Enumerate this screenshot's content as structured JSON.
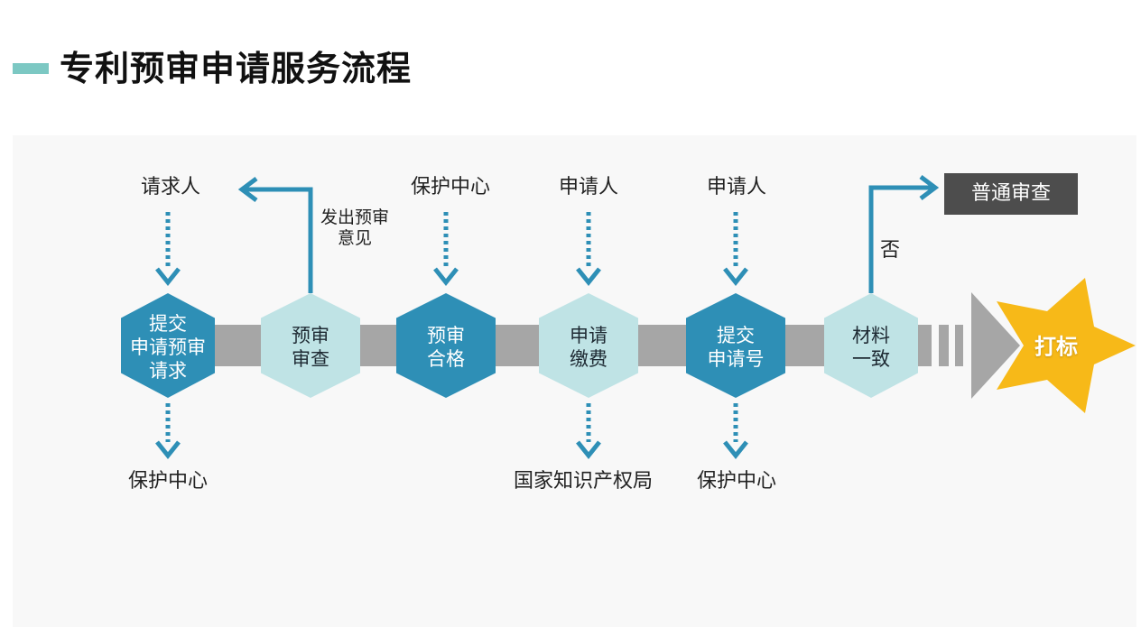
{
  "title": "专利预审申请服务流程",
  "colors": {
    "accent_bar": "#7cc8c3",
    "dark_hex": "#2e8fb6",
    "light_hex": "#bfe3e5",
    "arrow": "#2e8fb6",
    "flow_bar": "#a6a6a6",
    "goal_star": "#f7b918",
    "box": "#4d4d4d"
  },
  "steps": [
    {
      "line1": "提交",
      "line2": "申请预审",
      "line3": "请求",
      "style": "dark",
      "top_label": "请求人",
      "bottom_label": "保护中心"
    },
    {
      "line1": "预审",
      "line2": "审查",
      "style": "light",
      "feedback_label_1": "发出预审",
      "feedback_label_2": "意见"
    },
    {
      "line1": "预审",
      "line2": "合格",
      "style": "dark",
      "top_label": "保护中心"
    },
    {
      "line1": "申请",
      "line2": "缴费",
      "style": "light",
      "top_label": "申请人",
      "bottom_label": "国家知识产权局"
    },
    {
      "line1": "提交",
      "line2": "申请号",
      "style": "dark",
      "top_label": "申请人",
      "bottom_label": "保护中心"
    },
    {
      "line1": "材料",
      "line2": "一致",
      "style": "light",
      "branch_label": "否"
    }
  ],
  "branch_box": "普通审查",
  "goal": "打标"
}
